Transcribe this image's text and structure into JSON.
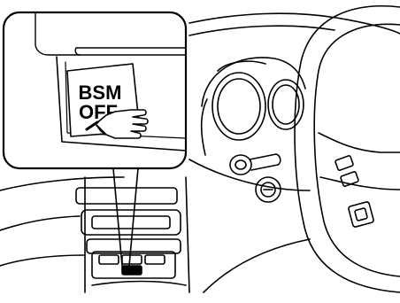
{
  "illustration": {
    "subject": "dashboard-blind-spot-monitoring-switch",
    "callout": {
      "switch_label_line1": "BSM",
      "switch_label_line2": "OFF"
    },
    "icons": {
      "pointer": "hand-pointer-icon",
      "steering_wheel": "steering-wheel-icon",
      "instrument_cluster": "instrument-cluster-icon",
      "wiper_lever": "wiper-lever-icon",
      "ignition": "ignition-switch-icon"
    },
    "colors": {
      "line": "#000000",
      "background": "#ffffff",
      "callout_shade": "#e6e6e6"
    }
  }
}
